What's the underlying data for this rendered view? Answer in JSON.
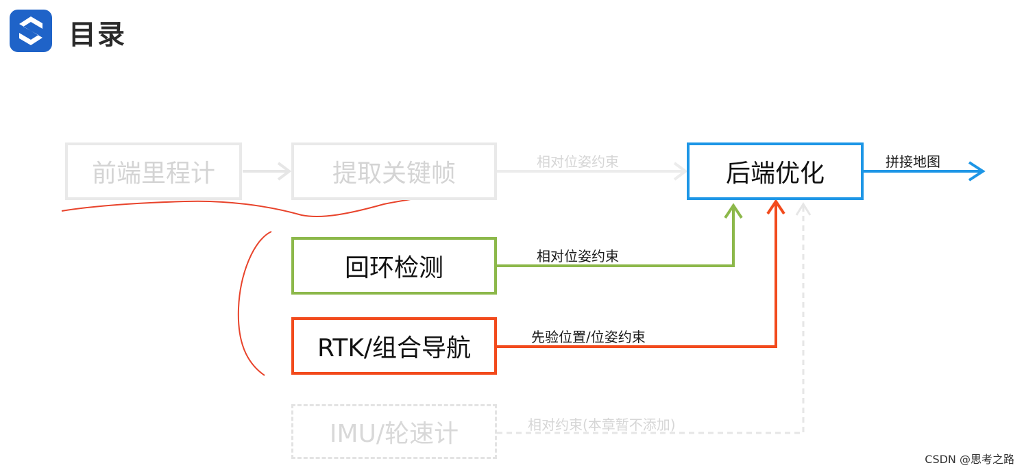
{
  "header": {
    "title": "目录"
  },
  "diagram": {
    "nodes": {
      "frontend_odometry": "前端里程计",
      "extract_keyframes": "提取关键帧",
      "backend_optimization": "后端优化",
      "loop_detection": "回环检测",
      "rtk_integrated_navigation": "RTK/组合导航",
      "imu_wheel_odometer": "IMU/轮速计"
    },
    "edge_labels": {
      "keyframes_to_backend": "相对位姿约束",
      "backend_to_output": "拼接地图",
      "loop_to_backend": "相对位姿约束",
      "rtk_to_backend": "先验位置/位姿约束",
      "imu_to_backend": "相对约束(本章暂不添加)"
    }
  },
  "footer": {
    "watermark": "CSDN @思考之路"
  },
  "colors": {
    "faded_border": "#e9e9e9",
    "green": "#8cb84a",
    "red": "#f24a1c",
    "blue": "#1d96e6",
    "logo_blue": "#1f63c8",
    "annotation_red": "#e8432b"
  }
}
